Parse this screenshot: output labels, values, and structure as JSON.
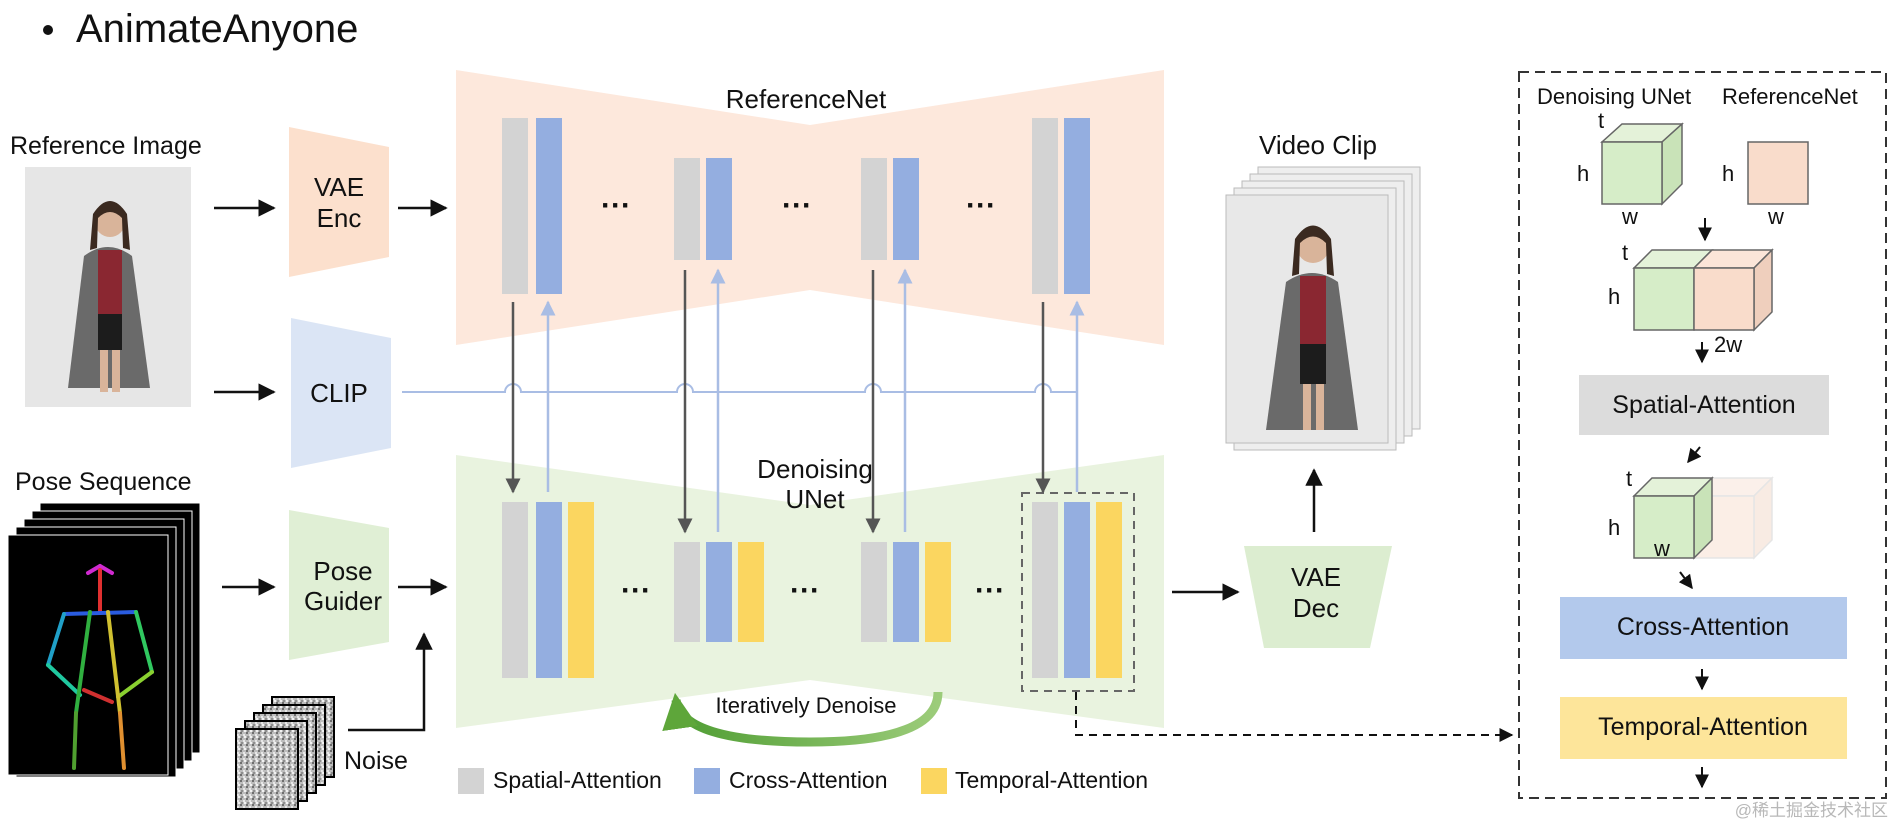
{
  "title": "AnimateAnyone",
  "inputs": {
    "reference_image": "Reference Image",
    "pose_sequence": "Pose Sequence",
    "noise": "Noise"
  },
  "modules": {
    "vae_enc": [
      "VAE",
      "Enc"
    ],
    "clip": "CLIP",
    "pose_guider": [
      "Pose",
      "Guider"
    ],
    "vae_dec": [
      "VAE",
      "Dec"
    ]
  },
  "networks": {
    "referencenet": "ReferenceNet",
    "denoising_unet": [
      "Denoising",
      "UNet"
    ],
    "iterative": "Iteratively Denoise",
    "ellipsis": "···"
  },
  "output": {
    "video_clip": "Video Clip"
  },
  "legend": [
    {
      "label": "Spatial-Attention",
      "color": "#d3d3d3"
    },
    {
      "label": "Cross-Attention",
      "color": "#94aee0"
    },
    {
      "label": "Temporal-Attention",
      "color": "#fbd660"
    }
  ],
  "detail": {
    "col_denoising": "Denoising UNet",
    "col_reference": "ReferenceNet",
    "dim_t": "t",
    "dim_h": "h",
    "dim_w": "w",
    "dim_2w": "2w",
    "spatial": "Spatial-Attention",
    "cross": "Cross-Attention",
    "temporal": "Temporal-Attention"
  },
  "colors": {
    "reference_bg": "#fde8dc",
    "unet_bg": "#e9f3df",
    "vae_enc": "#fce0cd",
    "clip": "#dbe5f5",
    "pose_guider": "#e0efd5",
    "vae_dec": "#dcedd0",
    "cube_green": "#d6edc8",
    "cube_peach": "#f9dccb",
    "spatial_box": "#dcdcdc",
    "cross_box": "#b3c9ec",
    "temporal_box": "#fde59a"
  },
  "watermark": "@稀土掘金技术社区"
}
